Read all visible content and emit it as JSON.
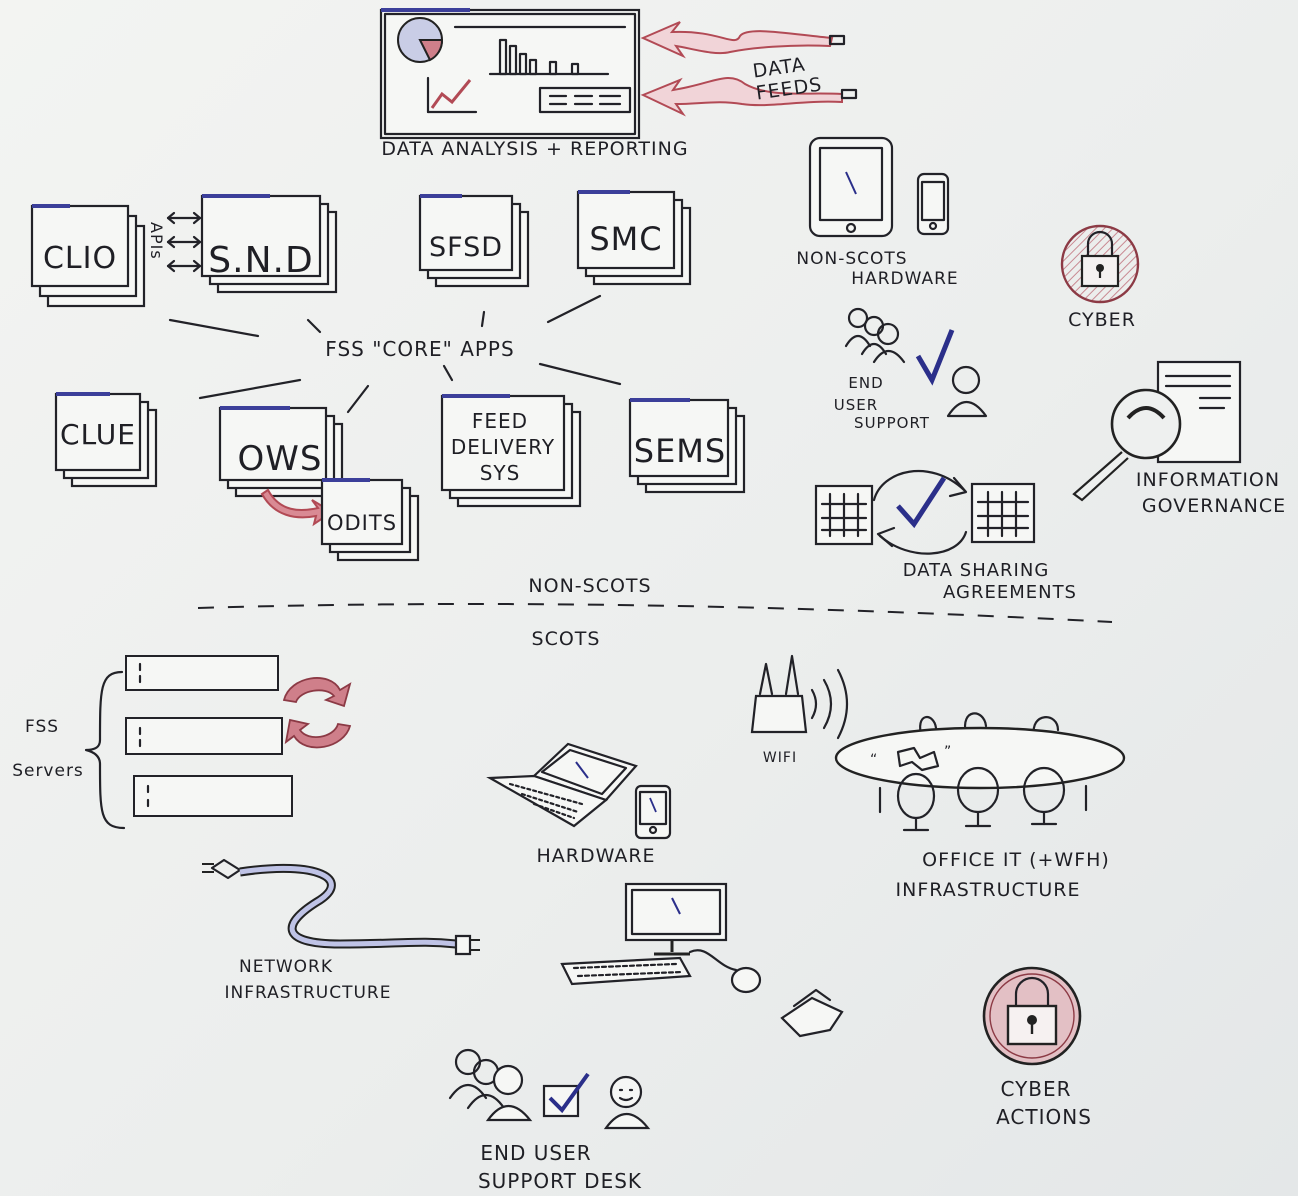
{
  "reporting": {
    "label": "DATA ANALYSIS + REPORTING",
    "data_feeds_line1": "DATA",
    "data_feeds_line2": "FEEDS"
  },
  "core_apps": {
    "hub_label": "FSS \"CORE\" APPS",
    "apis_label": "APIs",
    "apps": [
      "CLIO",
      "S.N.D",
      "SFSD",
      "SMC",
      "CLUE",
      "OWS",
      "ODITS",
      "SEMS"
    ],
    "feed_line1": "FEED",
    "feed_line2": "DELIVERY",
    "feed_line3": "SYS"
  },
  "non_scots_side": {
    "hardware_line1": "NON-SCOTS",
    "hardware_line2": "HARDWARE",
    "cyber": "CYBER",
    "support_line1": "END",
    "support_line2": "USER",
    "support_line3": "SUPPORT",
    "gov_line1": "INFORMATION",
    "gov_line2": "GOVERNANCE",
    "dsa_line1": "DATA SHARING",
    "dsa_line2": "AGREEMENTS"
  },
  "divider": {
    "top": "NON-SCOTS",
    "bottom": "SCOTS"
  },
  "scots_side": {
    "servers_line1": "FSS",
    "servers_line2": "Servers",
    "hardware": "HARDWARE",
    "wifi": "WIFI",
    "office_line1": "OFFICE  IT (+WFH)",
    "office_line2": "INFRASTRUCTURE",
    "network_line1": "NETWORK",
    "network_line2": "INFRASTRUCTURE",
    "cyber_line1": "CYBER",
    "cyber_line2": "ACTIONS",
    "support_line1": "END USER",
    "support_line2": "SUPPORT DESK"
  },
  "colors": {
    "ink": "#222228",
    "accent_red": "#b24a55",
    "accent_blue": "#2b2f8a",
    "pink_fill": "#e8b9bf"
  }
}
